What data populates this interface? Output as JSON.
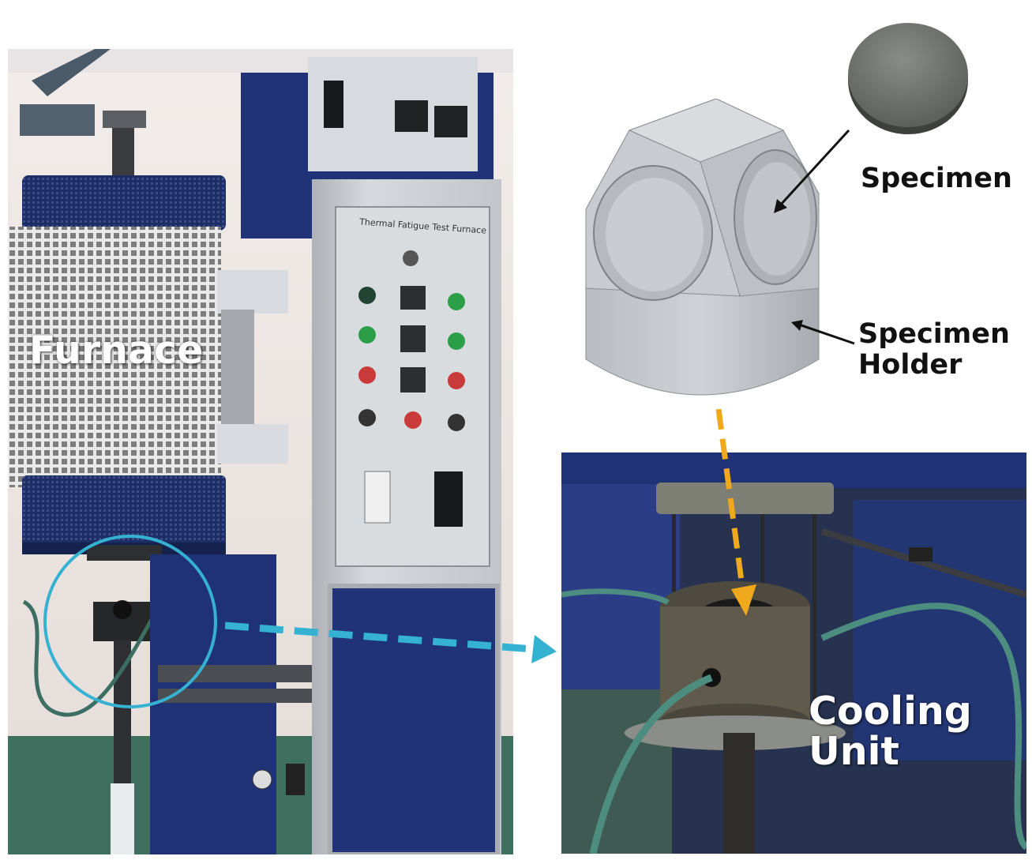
{
  "labels": {
    "furnace": "Furnace",
    "specimen": "Specimen",
    "specimen_holder": "Specimen\nHolder",
    "cooling_unit": "Cooling\nUnit",
    "control_panel_title": "Thermal Fatigue Test Furnace"
  },
  "colors": {
    "callout_circle": "#35b2d1",
    "dashed_arrow_blue": "#35b2d1",
    "dashed_arrow_orange": "#f0a81c",
    "furnace_navy": "#1c2d66",
    "cabinet_grey": "#c9ccd1"
  },
  "icons": {
    "specimen_pointer": "arrow",
    "holder_pointer": "arrow",
    "detail_link": "dashed-arrow",
    "cooling_link": "dashed-arrow"
  }
}
